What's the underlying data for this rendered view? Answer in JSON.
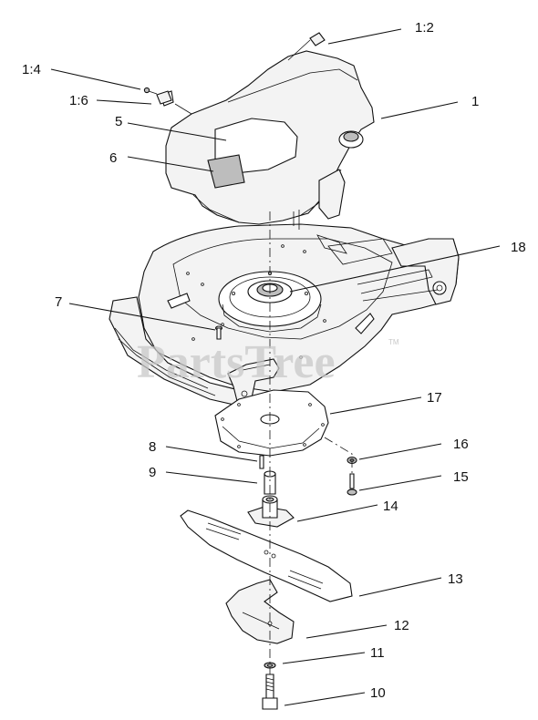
{
  "watermark": {
    "text": "PartsTree",
    "tm": "TM"
  },
  "callouts": [
    {
      "id": "1_2",
      "label": "1:2"
    },
    {
      "id": "1_4",
      "label": "1:4"
    },
    {
      "id": "1_6",
      "label": "1:6"
    },
    {
      "id": "1",
      "label": "1"
    },
    {
      "id": "5",
      "label": "5"
    },
    {
      "id": "6",
      "label": "6"
    },
    {
      "id": "18",
      "label": "18"
    },
    {
      "id": "7",
      "label": "7"
    },
    {
      "id": "17",
      "label": "17"
    },
    {
      "id": "8",
      "label": "8"
    },
    {
      "id": "16",
      "label": "16"
    },
    {
      "id": "9",
      "label": "9"
    },
    {
      "id": "15",
      "label": "15"
    },
    {
      "id": "14",
      "label": "14"
    },
    {
      "id": "13",
      "label": "13"
    },
    {
      "id": "12",
      "label": "12"
    },
    {
      "id": "11",
      "label": "11"
    },
    {
      "id": "10",
      "label": "10"
    }
  ]
}
